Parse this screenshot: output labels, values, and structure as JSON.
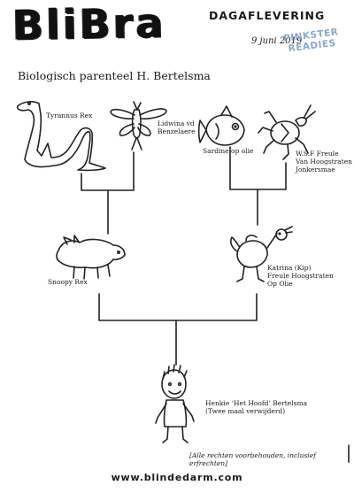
{
  "masthead": {
    "title": "BliBra",
    "edition": "DAGAFLEVERING",
    "date": "9 juni 2019",
    "stamp_line1": "PINKSTER",
    "stamp_line2": "READIES"
  },
  "subtitle": "Biologisch parenteel H. Bertelsma",
  "family": {
    "tyrannus": "Tyrannus Rex",
    "lidwina": [
      "Lidwina vd",
      "Benzelaere"
    ],
    "sardine": "Sardine op olie",
    "freule": [
      "W.S.F Freule",
      "Van Hoogstraten",
      "Jonkersmae"
    ],
    "snoopy": "Snoopy Rex",
    "katrina": [
      "Katrina (Kip)",
      "Freule Hoogstraten",
      "Op Olie"
    ],
    "henkie": [
      "Henkie ‘Het Hoofd’ Bertelsma",
      "(Twee maal verwijderd)"
    ]
  },
  "footer": {
    "note": "[Alle rechten voorbehouden, inclusief erfrechten]",
    "website": "www.blindedarm.com"
  },
  "colors": {
    "stamp": "#8aa7cc",
    "ink": "#222222"
  }
}
